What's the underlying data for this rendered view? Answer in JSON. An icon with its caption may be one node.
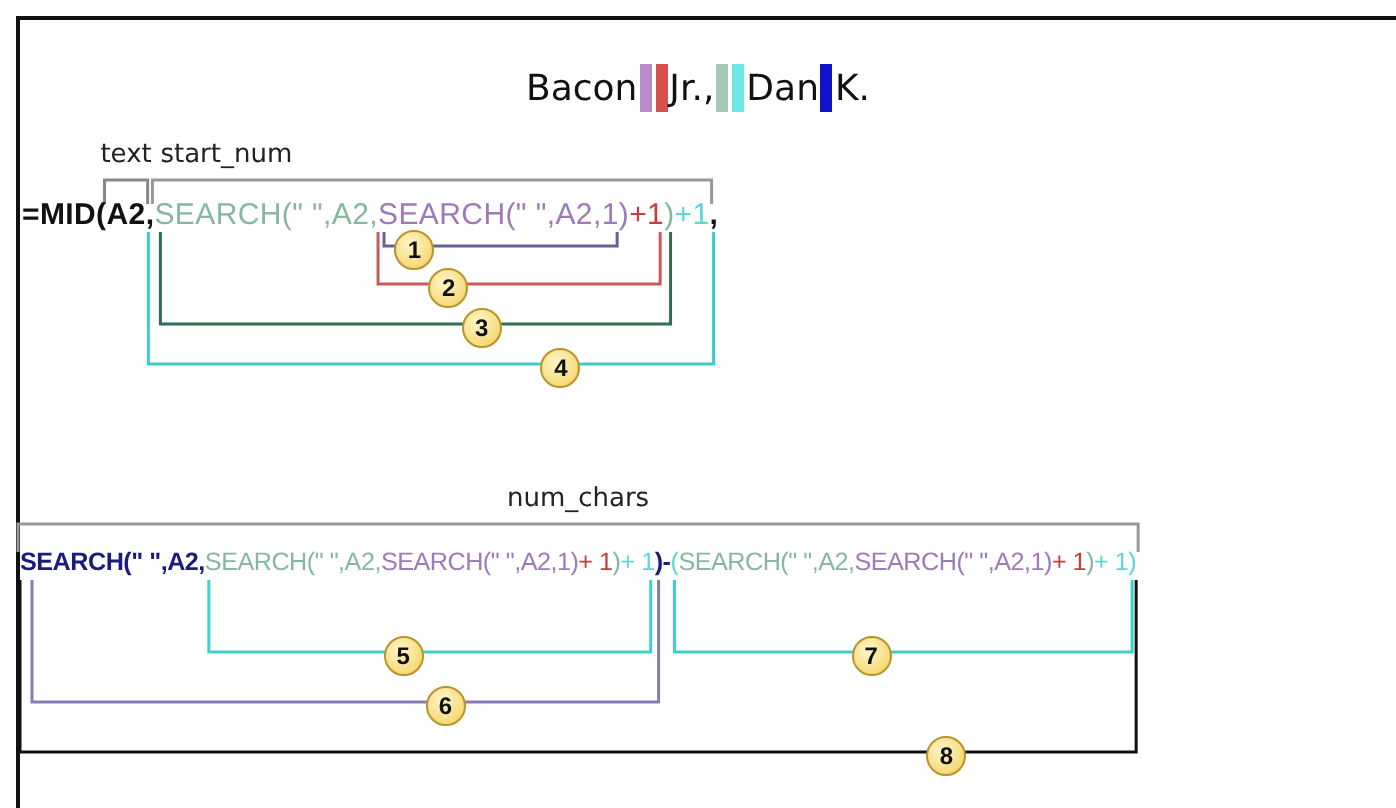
{
  "diagram": {
    "labels": [
      "Bacon",
      "Jr.,",
      "Dan",
      "K.",
      "text",
      "start_num",
      "=MID(",
      "A2",
      ",",
      "SEARCH(\" \",A2,",
      "SEARCH(\" \",A2,1)",
      "+1",
      ")",
      "+1",
      ",",
      "1",
      "2",
      "3",
      "4",
      "num_chars",
      "SEARCH(\" \",A2,",
      "SEARCH(\" \",A2,",
      "SEARCH(\" \",A2,1)",
      "+ 1",
      ")",
      "+ 1",
      ")",
      "-",
      "(",
      "SEARCH(\" \",A2,",
      "SEARCH(\" \",A2,1)",
      "+ 1",
      ")",
      "+ 1)",
      "5",
      "6",
      "7",
      "8"
    ]
  }
}
